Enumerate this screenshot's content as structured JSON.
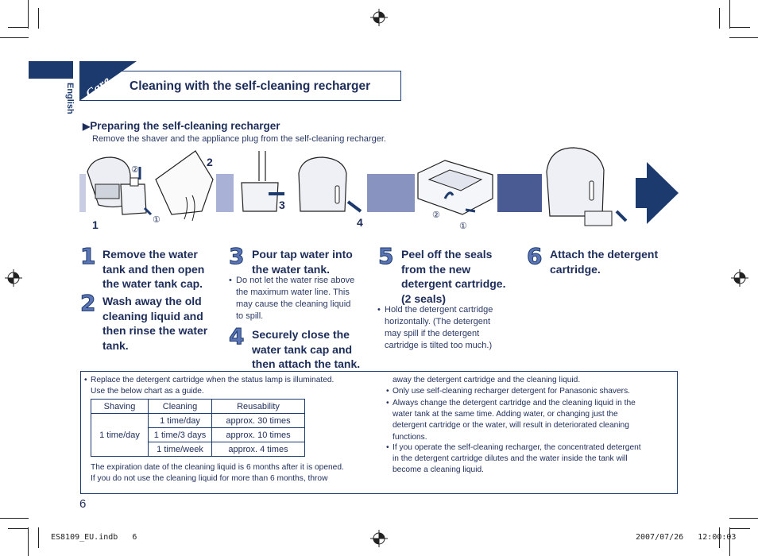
{
  "header": {
    "side_tab_label": "English",
    "section_tag": "Care",
    "title": "Cleaning with the self-cleaning recharger"
  },
  "preparing": {
    "heading": "Preparing the self-cleaning recharger",
    "subtext": "Remove the shaver and the appliance plug from the self-cleaning recharger."
  },
  "illustration_labels": {
    "n1": "1",
    "n2": "2",
    "n3": "3",
    "n4": "4",
    "c1": "②",
    "c2": "①",
    "c3": "②",
    "c4": "①"
  },
  "steps": [
    {
      "num": "1",
      "lines": [
        "Remove the water",
        "tank and then open",
        "the water tank cap."
      ]
    },
    {
      "num": "2",
      "lines": [
        "Wash away the old",
        "cleaning liquid and",
        "then rinse the water",
        "tank."
      ]
    },
    {
      "num": "3",
      "lines": [
        "Pour tap water into",
        "the water tank."
      ],
      "note": [
        "Do not let the water rise above",
        "the maximum water line. This",
        "may cause the cleaning liquid",
        "to spill."
      ]
    },
    {
      "num": "4",
      "lines": [
        "Securely close the",
        "water tank cap and",
        "then attach the tank."
      ]
    },
    {
      "num": "5",
      "lines": [
        "Peel off the seals",
        "from the new",
        "detergent cartridge.",
        "(2 seals)"
      ],
      "note": [
        "Hold the detergent cartridge",
        "horizontally. (The detergent",
        "may spill if the detergent",
        "cartridge is tilted too much.)"
      ]
    },
    {
      "num": "6",
      "lines": [
        "Attach the detergent",
        "cartridge."
      ]
    }
  ],
  "info": {
    "bullet1": [
      "Replace the detergent cartridge when the status lamp is illuminated.",
      "Use the below chart as a guide."
    ],
    "table": {
      "headers": [
        "Shaving",
        "Cleaning",
        "Reusability"
      ],
      "shaving": "1 time/day",
      "rows": [
        [
          "1 time/day",
          "approx. 30 times"
        ],
        [
          "1 time/3 days",
          "approx. 10 times"
        ],
        [
          "1 time/week",
          "approx. 4 times"
        ]
      ]
    },
    "expiration": [
      "The expiration date of the cleaning liquid is 6 months after it is opened.",
      "If you do not use the cleaning liquid for more than 6 months, throw"
    ],
    "right_cont": "away the detergent cartridge and the cleaning liquid.",
    "bullet2": "Only use self-cleaning recharger detergent for Panasonic shavers.",
    "bullet3": [
      "Always change the detergent cartridge and the cleaning liquid in the",
      "water tank at the same time. Adding water, or changing just the",
      "detergent cartridge or the water, will result in deteriorated cleaning",
      "functions."
    ],
    "bullet4": [
      "If you operate the self-cleaning recharger, the concentrated detergent",
      "in the detergent cartridge dilutes and the water inside the tank will",
      "become a cleaning liquid."
    ]
  },
  "page_number": "6",
  "footer": {
    "left": "ES8109_EU.indb   6",
    "right": "2007/07/26   12:00:03"
  },
  "colors": {
    "accent": "#1c3a6e",
    "band_light": "#b9bfdc",
    "band_mid": "#8893c0",
    "band_dark": "#4a5a93"
  }
}
